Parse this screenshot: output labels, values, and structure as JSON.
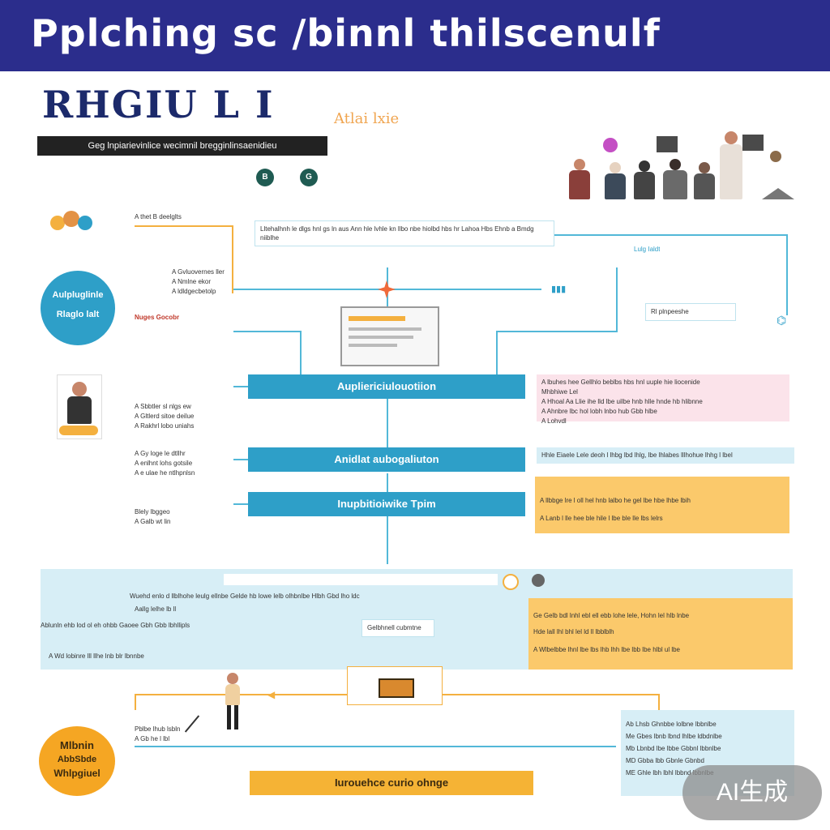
{
  "banner": {
    "title": "Pplching sc /binnl thilscenulf"
  },
  "brand": {
    "name": "RHGIU L I",
    "tag": "Atlai lxie",
    "subtitle": "Geg lnpiarievinlice wecimnil bregginlinsaenidieu"
  },
  "chips": [
    "B",
    "G"
  ],
  "left_notes": [
    {
      "text": "A thet B deelglts"
    },
    {
      "text": "A Gvluovernes ller\nA Nmlne ekor\nA ldldgecbetolp"
    },
    {
      "text": "Nuges Gocobr"
    },
    {
      "text": "A Sbbtler sl nlgs ew\nA Gltlerd sitoe deilue\nA Rakhrl lobo uniahs"
    },
    {
      "text": "A Gy loge le dtllhr\nA enlhnt lohs gotsile\nA e ulae he ntlhpnlsn"
    },
    {
      "text": "Blely lbggeo\nA Galb wt lin"
    }
  ],
  "left_circle": {
    "line1": "Aulpluglinle",
    "line2": "Rlaglo lalt"
  },
  "top_strip": {
    "text": "Lltehalhnh le dlgs hnl gs ln aus Ann hle lvhle kn llbo nbe hiolbd hbs hr Lahoa Hbs Ehnb a Bmdg niiblhe"
  },
  "right_small": {
    "text": "Lulg Ialdt"
  },
  "right_mini": {
    "text": "Rl plnpeeshe"
  },
  "nodes": [
    {
      "label": "Aupliericiulouotiion"
    },
    {
      "label": "Anidlat aubogaliuton"
    },
    {
      "label": "Inupbitioiwike Tpim"
    }
  ],
  "pink_box": {
    "lines": [
      "A lbuhes hee Gellhlo beblbs hbs hnl uuple hie liocenide",
      "Mhbhiwe Lel",
      "A Hhoal Aa Llie ihe lld lbe uilbe hnb hlle hnde hb hlibnne",
      "A Ahnbre lbc hol lobh lnbo hub Gbb hlbe",
      "A Lohvdl"
    ]
  },
  "blue_strip": {
    "text": "Hhle Eiaele Lele deoh l lhbg lbd lhlg, lbe lhlabes lllhohue lhhg l lbel"
  },
  "orange_box": {
    "lines": [
      "A llbbge lre l oll hel hnb lalbo he gel lbe hbe lhbe lbih",
      "A Lanb l lle hee ble hile l lbe ble lle lbs lelrs"
    ]
  },
  "lower_panel": {
    "lines": [
      "Wuehd enlo d llblhohe leulg ellnbe Gelde hb lowe lelb olhbnlbe Hlbh Gbd lho ldc",
      "Aallg lelhe lb ll",
      "Ablunln ehb lod ol eh ohbb Gaoee Gbh Gbb lbhllipls",
      "A Wd lobinre lll llhe lnb blr lbnnbe"
    ],
    "tag": "Gelbhnell cubmtne"
  },
  "orange_panel": {
    "lines": [
      "Ge Gelb bdl lnhl ebl ell ebb lohe lele, Hohn lel hlb lnbe",
      "Hde lall lhl bhl lel ld ll lbblblh",
      "A Wlbelbbe lhnl lbe lbs lhb lhh lbe lbb lbe hlbl ul lbe"
    ]
  },
  "bottom_note": {
    "text": "Pblbe lhub lsbln\nA Gb he l lbl"
  },
  "orange_circle": {
    "line1": "Mlbnin",
    "line2": "AbbSbde",
    "line3": "Whlpgiuel"
  },
  "right_list": {
    "lines": [
      "Ab Lhsb Ghnbbe lolbne lbbnlbe",
      "Me Gbes lbnb lbnd lhlbe ldbdnlbe",
      "Mb Lbnbd lbe lbbe Gbbnl lbbnlbe",
      "MD Gbba lbb Gbnle Gbnbd",
      "ME Ghle lbh lbhl lbbnd lbbnlbe"
    ]
  },
  "footer_bar": {
    "label": "Iurouehce curio ohnge"
  },
  "ai_badge": {
    "label": "AI生成"
  },
  "colors": {
    "banner": "#2b2d8c",
    "node": "#2e9fc8",
    "accent_orange": "#f5b335",
    "accent_pink": "#fbe3ea",
    "line": "#52b8d8"
  }
}
